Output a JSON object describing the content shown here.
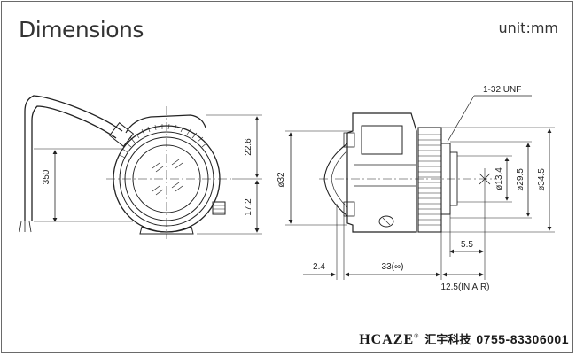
{
  "header": {
    "title": "Dimensions",
    "unit": "unit:mm"
  },
  "front_view": {
    "cable_length": "350",
    "upper_height": "22.6",
    "lower_height": "17.2"
  },
  "side_view": {
    "thread_spec": "1-32  UNF",
    "outer_diameter": "ø32",
    "diameter_13_4": "ø13.4",
    "diameter_29_5": "ø29.5",
    "diameter_34_5": "ø34.5",
    "dim_2_4": "2.4",
    "dim_33": "33(∞)",
    "dim_5_5": "5.5",
    "dim_12_5": "12.5(IN AIR)"
  },
  "footer": {
    "brand": "HCAZE",
    "brand_mark": "®",
    "company": "汇宇科技",
    "phone": "0755-83306001"
  }
}
